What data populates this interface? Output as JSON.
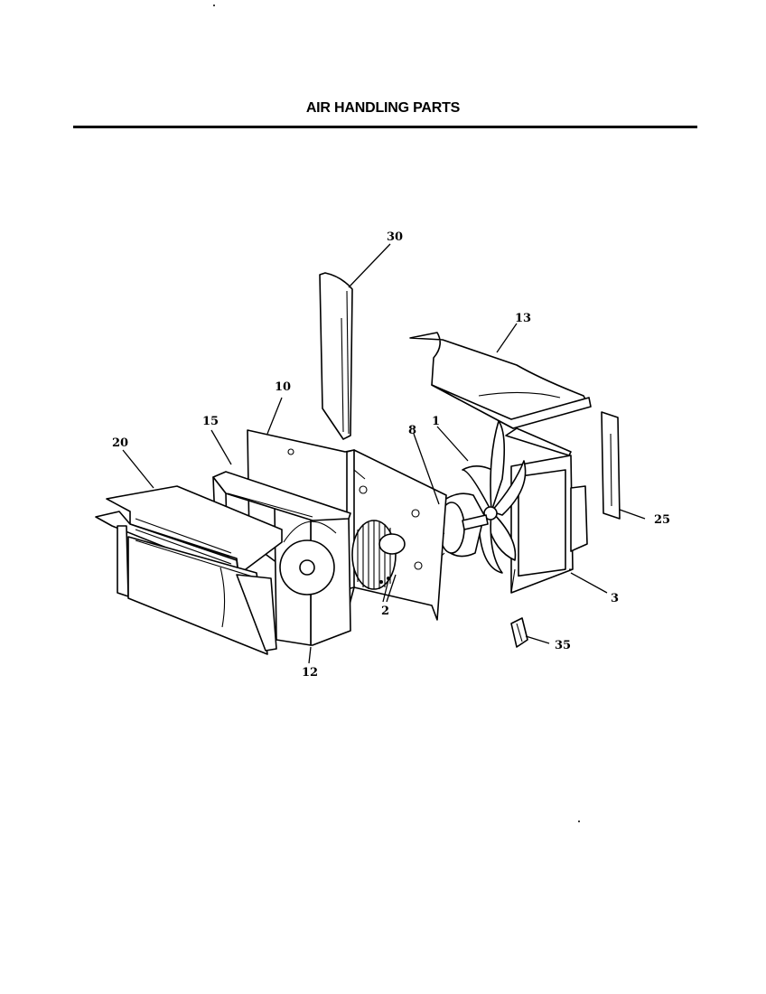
{
  "page": {
    "title": "AIR HANDLING PARTS"
  },
  "diagram": {
    "callouts": [
      {
        "id": "30",
        "label": "30"
      },
      {
        "id": "13",
        "label": "13"
      },
      {
        "id": "10",
        "label": "10"
      },
      {
        "id": "15",
        "label": "15"
      },
      {
        "id": "20",
        "label": "20"
      },
      {
        "id": "8",
        "label": "8"
      },
      {
        "id": "1",
        "label": "1"
      },
      {
        "id": "25",
        "label": "25"
      },
      {
        "id": "3",
        "label": "3"
      },
      {
        "id": "35",
        "label": "35"
      },
      {
        "id": "2",
        "label": "2"
      },
      {
        "id": "12",
        "label": "12"
      }
    ]
  }
}
